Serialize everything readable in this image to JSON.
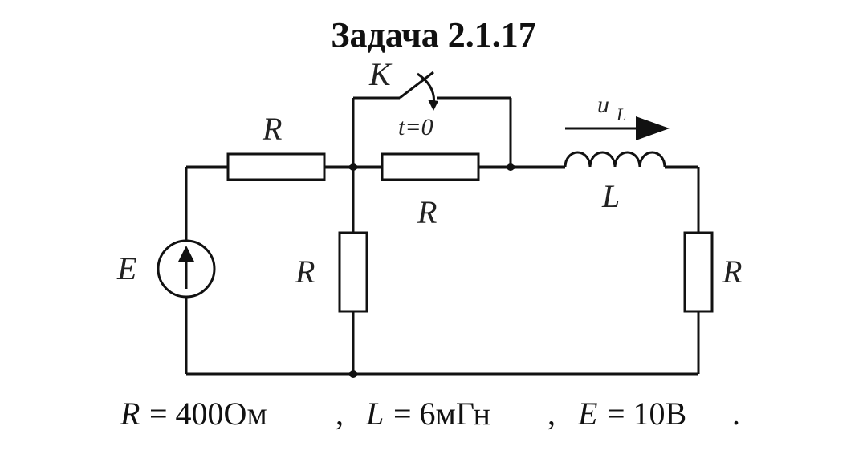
{
  "title": "Задача 2.1.17",
  "circuit": {
    "labels": {
      "r_top_left": "R",
      "r_top_middle": "R",
      "r_vertical_middle": "R",
      "r_vertical_right": "R",
      "inductor": "L",
      "source": "E",
      "switch": "K",
      "switch_time": "t=0",
      "voltage_u": "u",
      "voltage_sub": "L"
    }
  },
  "parameters": {
    "r_symbol": "R",
    "r_value": "= 400Ом",
    "sep1": ",",
    "l_symbol": "L",
    "l_value": "= 6мГн",
    "sep2": ",",
    "e_symbol": "E",
    "e_value": "= 10В",
    "end": "."
  }
}
